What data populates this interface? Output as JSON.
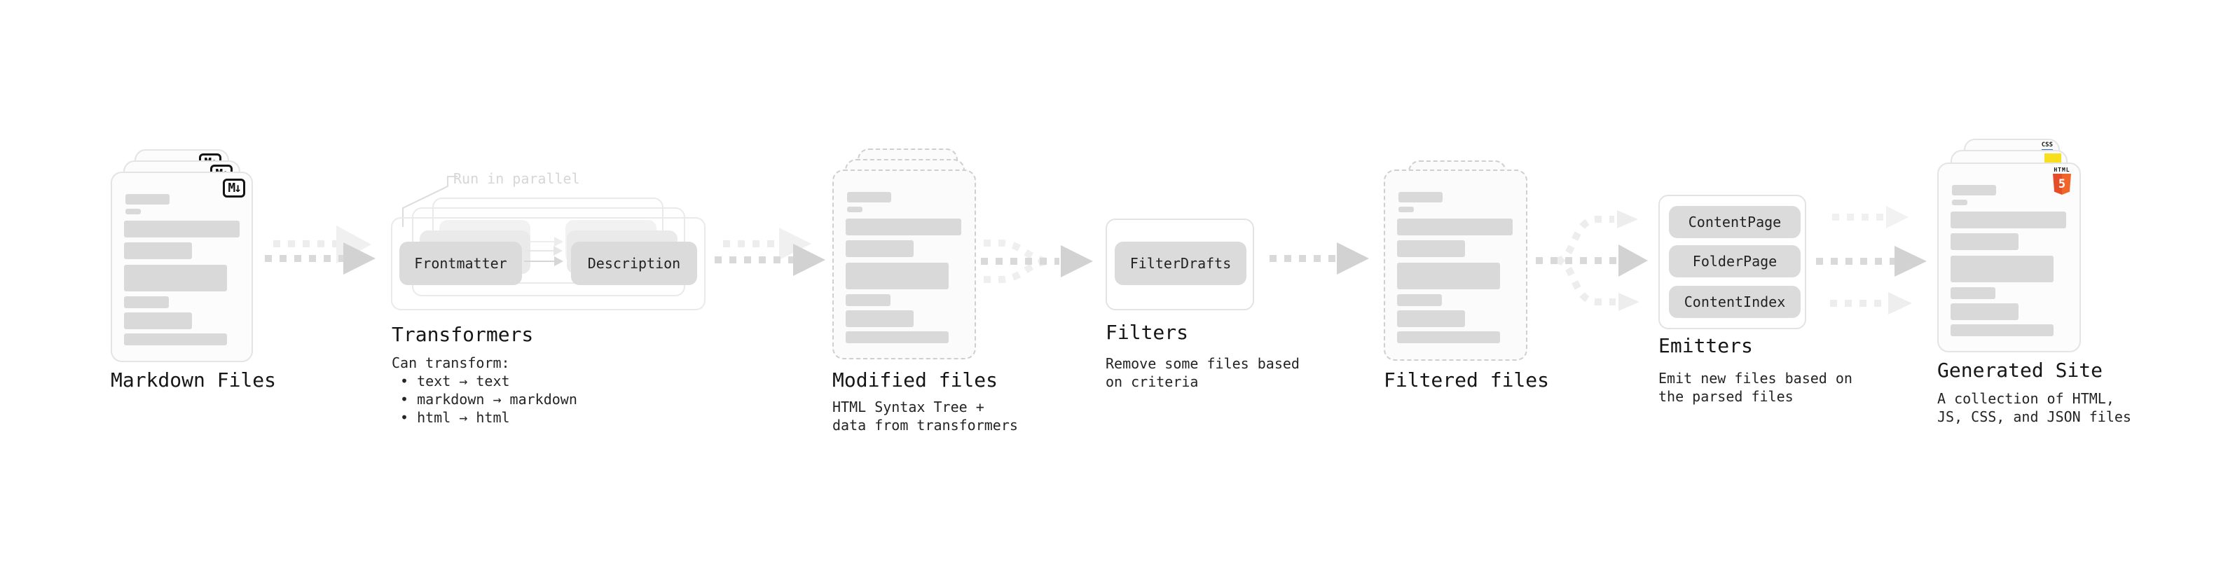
{
  "markdown": {
    "title": "Markdown Files",
    "badge": "M↓"
  },
  "transformers": {
    "note": "Run in parallel",
    "pill_from": "Frontmatter",
    "pill_to": "Description",
    "title": "Transformers",
    "heading": "Can transform:",
    "bullets": [
      "• text → text",
      "• markdown → markdown",
      "• html → html"
    ]
  },
  "modified": {
    "title": "Modified files",
    "desc1": "HTML Syntax Tree +",
    "desc2": "data from transformers"
  },
  "filters": {
    "pill": "FilterDrafts",
    "title": "Filters",
    "desc1": "Remove some files based",
    "desc2": "on criteria"
  },
  "filtered": {
    "title": "Filtered files"
  },
  "emitters": {
    "pills": [
      "ContentPage",
      "FolderPage",
      "ContentIndex"
    ],
    "title": "Emitters",
    "desc1": "Emit new files based on",
    "desc2": "the parsed files"
  },
  "generated": {
    "title": "Generated Site",
    "desc1": "A collection of HTML,",
    "desc2": "JS, CSS, and JSON files",
    "css_badge": "CSS",
    "html_badge_word": "HTML",
    "html_badge_number": "5"
  },
  "colors": {
    "arrow": "#d2d2d2",
    "arrow_faint": "#efefef",
    "dash": "#d9d9d9",
    "dash_faint": "#ededed",
    "bar": "#d9d9d9",
    "pill": "#dbdbdb",
    "js_yellow": "#f7df1e",
    "css_blue": "#2b6bea",
    "html_orange": "#e44d26"
  }
}
